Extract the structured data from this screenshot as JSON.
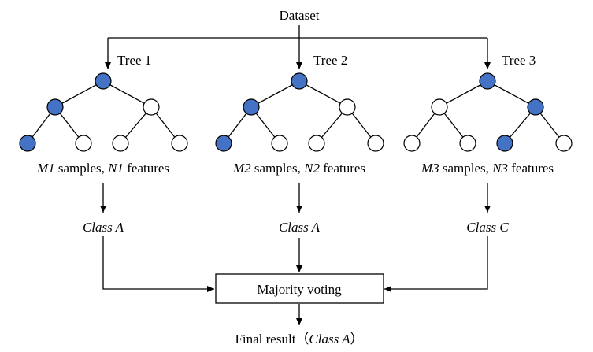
{
  "dataset_label": "Dataset",
  "trees": [
    {
      "name": "Tree 1",
      "sample_var": "M1",
      "samples_word": " samples, ",
      "feature_var": "N1",
      "features_word": " features",
      "prediction": "Class A",
      "node_fills": [
        "filled",
        "filled",
        "empty",
        "filled",
        "empty",
        "empty",
        "empty"
      ]
    },
    {
      "name": "Tree 2",
      "sample_var": "M2",
      "samples_word": " samples, ",
      "feature_var": "N2",
      "features_word": " features",
      "prediction": "Class A",
      "node_fills": [
        "filled",
        "filled",
        "empty",
        "filled",
        "empty",
        "empty",
        "empty"
      ]
    },
    {
      "name": "Tree 3",
      "sample_var": "M3",
      "samples_word": " samples, ",
      "feature_var": "N3",
      "features_word": " features",
      "prediction": "Class C",
      "node_fills": [
        "filled",
        "empty",
        "filled",
        "empty",
        "empty",
        "filled",
        "empty"
      ]
    }
  ],
  "vote_box_label": "Majority voting",
  "final": {
    "prefix": "Final result（",
    "value": "Class A",
    "suffix": "）"
  },
  "colors": {
    "filled_node": "#4472C4",
    "empty_node": "#ffffff",
    "stroke": "#000000"
  }
}
